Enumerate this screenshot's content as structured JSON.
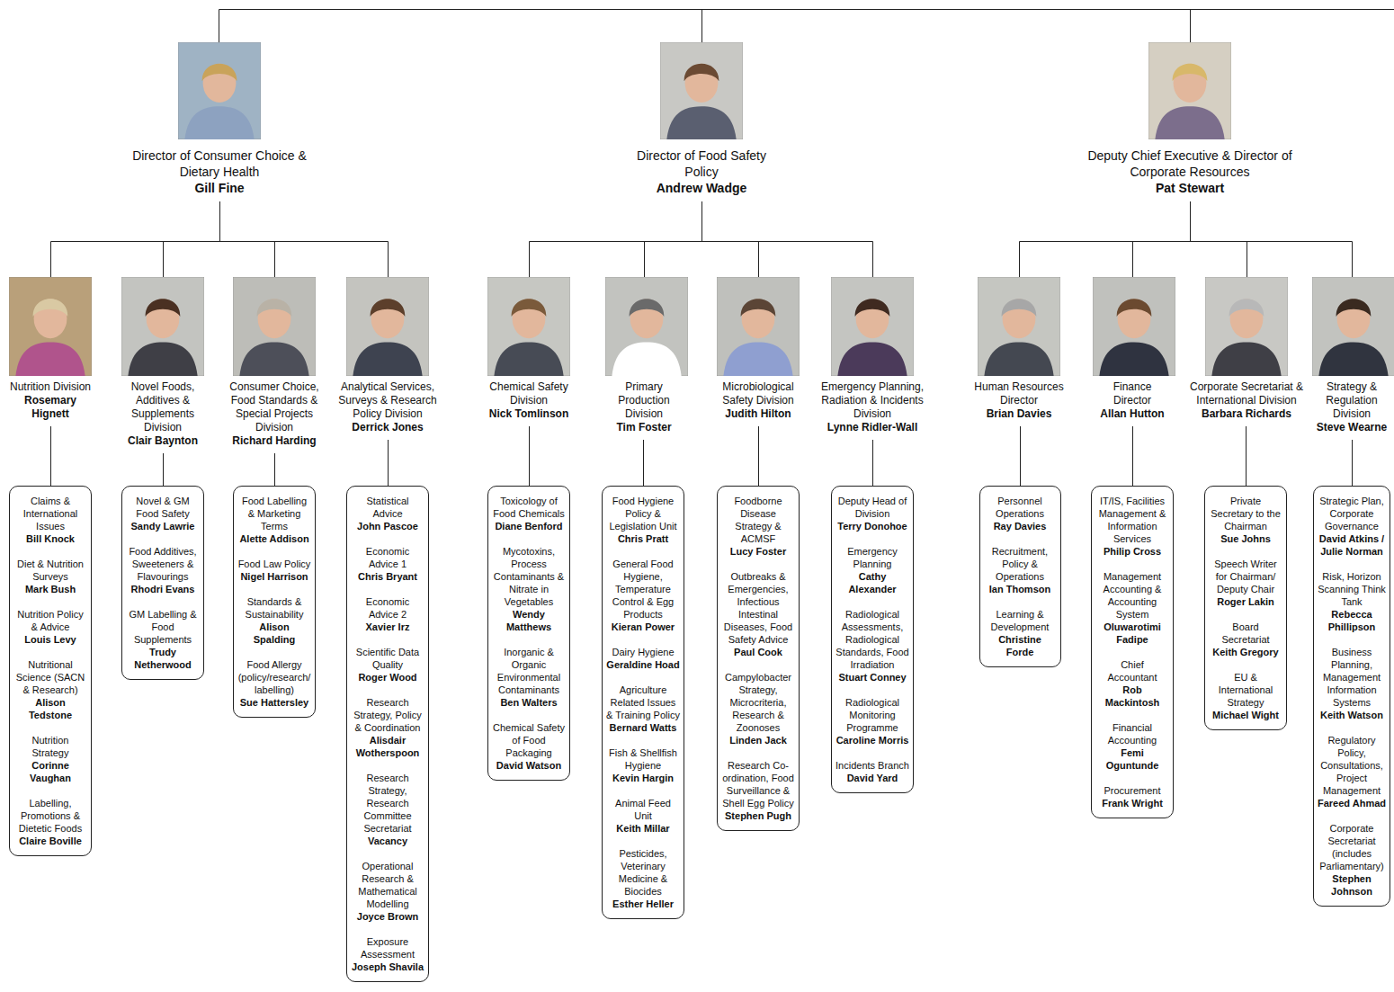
{
  "diagram": {
    "nodes": [
      {
        "text": [
          "Director of Consumer Choice & Dietary Health",
          "Gill Fine"
        ]
      },
      {
        "text": [
          "Director of Food Safety Policy",
          "Andrew Wadge"
        ]
      },
      {
        "text": [
          "Deputy Chief Executive & Director of Corporate Resources",
          "Pat Stewart"
        ]
      },
      {
        "text": [
          "Nutrition Division",
          "Rosemary Hignett"
        ]
      },
      {
        "text": [
          "Novel Foods, Additives & Supplements Division",
          "Clair Baynton"
        ]
      },
      {
        "text": [
          "Consumer Choice, Food Standards & Special Projects Division",
          "Richard Harding"
        ]
      },
      {
        "text": [
          "Analytical Services, Surveys & Research Policy Division",
          "Derrick Jones"
        ]
      },
      {
        "text": [
          "Chemical Safety Division",
          "Nick Tomlinson"
        ]
      },
      {
        "text": [
          "Primary Production Division",
          "Tim Foster"
        ]
      },
      {
        "text": [
          "Microbiological Safety Division",
          "Judith Hilton"
        ]
      },
      {
        "text": [
          "Emergency Planning, Radiation & Incidents Division",
          "Lynne Ridler-Wall"
        ]
      },
      {
        "text": [
          "Human Resources Director",
          "Brian Davies"
        ]
      },
      {
        "text": [
          "Finance Director",
          "Allan Hutton"
        ]
      },
      {
        "text": [
          "Corporate Secretariat & International Division",
          "Barbara Richards"
        ]
      },
      {
        "text": [
          "Strategy & Regulation Division",
          "Steve Wearne"
        ]
      },
      {
        "text": [
          "Claims & International Issues",
          "Bill Knock",
          "Diet & Nutrition Surveys",
          "Mark Bush",
          "Nutrition Policy & Advice",
          "Louis Levy",
          "Nutritional Science (SACN & Research)",
          "Alison Tedstone",
          "Nutrition Strategy",
          "Corinne Vaughan",
          "Labelling, Promotions & Dietetic Foods",
          "Claire Boville"
        ]
      },
      {
        "text": [
          "Novel & GM Food Safety",
          "Sandy Lawrie",
          "Food Additives, Sweeteners & Flavourings",
          "Rhodri Evans",
          "GM Labelling & Food Supplements",
          "Trudy Netherwood"
        ]
      },
      {
        "text": [
          "Food Labelling & Marketing Terms",
          "Alette Addison",
          "Food Law Policy",
          "Nigel Harrison",
          "Standards & Sustainability",
          "Alison Spalding",
          "Food Allergy (policy/research/ labelling)",
          "Sue Hattersley"
        ]
      },
      {
        "text": [
          "Statistical Advice",
          "John Pascoe",
          "Economic Advice 1",
          "Chris Bryant",
          "Economic Advice 2",
          "Xavier Irz",
          "Scientific Data Quality",
          "Roger Wood",
          "Research Strategy, Policy & Coordination",
          "Alisdair Wotherspoon",
          "Research Strategy, Research Committee Secretariat",
          "Vacancy",
          "Operational Research & Mathematical Modelling",
          "Joyce Brown",
          "Exposure Assessment",
          "Joseph Shavila"
        ]
      },
      {
        "text": [
          "Toxicology of Food Chemicals",
          "Diane Benford",
          "Mycotoxins, Process Contaminants & Nitrate in Vegetables",
          "Wendy Matthews",
          "Inorganic & Organic Environmental Contaminants",
          "Ben Walters",
          "Chemical Safety of Food Packaging",
          "David Watson"
        ]
      },
      {
        "text": [
          "Food Hygiene Policy & Legislation Unit",
          "Chris Pratt",
          "General Food Hygiene, Temperature Control & Egg Products",
          "Kieran Power",
          "Dairy Hygiene",
          "Geraldine Hoad",
          "Agriculture Related Issues & Training Policy",
          "Bernard Watts",
          "Fish & Shellfish Hygiene",
          "Kevin Hargin",
          "Animal Feed Unit",
          "Keith Millar",
          "Pesticides, Veterinary Medicine & Biocides",
          "Esther Heller"
        ]
      },
      {
        "text": [
          "Foodborne Disease Strategy & ACMSF",
          "Lucy Foster",
          "Outbreaks & Emergencies, Infectious Intestinal Diseases, Food Safety Advice",
          "Paul Cook",
          "Campylobacter Strategy, Microcriteria, Research & Zoonoses",
          "Linden Jack",
          "Research Co-ordination, Food Surveillance & Shell Egg Policy",
          "Stephen Pugh"
        ]
      },
      {
        "text": [
          "Deputy Head of Division",
          "Terry Donohoe",
          "Emergency Planning",
          "Cathy Alexander",
          "Radiological Assessments, Radiological Standards, Food Irradiation",
          "Stuart Conney",
          "Radiological Monitoring Programme",
          "Caroline Morris",
          "Incidents Branch",
          "David Yard"
        ]
      },
      {
        "text": [
          "Personnel Operations",
          "Ray Davies",
          "Recruitment, Policy & Operations",
          "Ian Thomson",
          "Learning & Development",
          "Christine Forde"
        ]
      },
      {
        "text": [
          "IT/IS, Facilities Management & Information Services",
          "Philip Cross",
          "Management Accounting & Accounting System",
          "Oluwarotimi Fadipe",
          "Chief Accountant",
          "Rob Mackintosh",
          "Financial Accounting",
          "Femi Oguntunde",
          "Procurement",
          "Frank Wright"
        ]
      },
      {
        "text": [
          "Private Secretary to the Chairman",
          "Sue Johns",
          "Speech Writer for Chairman/ Deputy Chair",
          "Roger Lakin",
          "Board Secretariat",
          "Keith Gregory",
          "EU & International Strategy",
          "Michael Wight"
        ]
      },
      {
        "text": [
          "Strategic Plan, Corporate Governance",
          "David Atkins / Julie Norman",
          "Risk, Horizon Scanning Think Tank",
          "Rebecca Phillipson",
          "Business Planning, Management Information Systems",
          "Keith Watson",
          "Regulatory Policy, Consultations, Project Management",
          "Fareed Ahmad",
          "Corporate Secretariat (includes Parliamentary)",
          "Stephen Johnson"
        ]
      }
    ],
    "edges": [
      {
        "from": 0,
        "to": 3,
        "arrow": "none"
      },
      {
        "from": 0,
        "to": 4,
        "arrow": "none"
      },
      {
        "from": 0,
        "to": 5,
        "arrow": "none"
      },
      {
        "from": 0,
        "to": 6,
        "arrow": "none"
      },
      {
        "from": 1,
        "to": 7,
        "arrow": "none"
      },
      {
        "from": 1,
        "to": 8,
        "arrow": "none"
      },
      {
        "from": 1,
        "to": 9,
        "arrow": "none"
      },
      {
        "from": 1,
        "to": 10,
        "arrow": "none"
      },
      {
        "from": 2,
        "to": 11,
        "arrow": "none"
      },
      {
        "from": 2,
        "to": 12,
        "arrow": "none"
      },
      {
        "from": 2,
        "to": 13,
        "arrow": "none"
      },
      {
        "from": 2,
        "to": 14,
        "arrow": "none"
      },
      {
        "from": 3,
        "to": 15,
        "arrow": "none"
      },
      {
        "from": 4,
        "to": 16,
        "arrow": "none"
      },
      {
        "from": 5,
        "to": 17,
        "arrow": "none"
      },
      {
        "from": 6,
        "to": 18,
        "arrow": "none"
      },
      {
        "from": 7,
        "to": 19,
        "arrow": "none"
      },
      {
        "from": 8,
        "to": 20,
        "arrow": "none"
      },
      {
        "from": 9,
        "to": 21,
        "arrow": "none"
      },
      {
        "from": 10,
        "to": 22,
        "arrow": "none"
      },
      {
        "from": 11,
        "to": 23,
        "arrow": "none"
      },
      {
        "from": 12,
        "to": 24,
        "arrow": "none"
      },
      {
        "from": 13,
        "to": 25,
        "arrow": "none"
      },
      {
        "from": 14,
        "to": 26,
        "arrow": "none"
      }
    ]
  }
}
